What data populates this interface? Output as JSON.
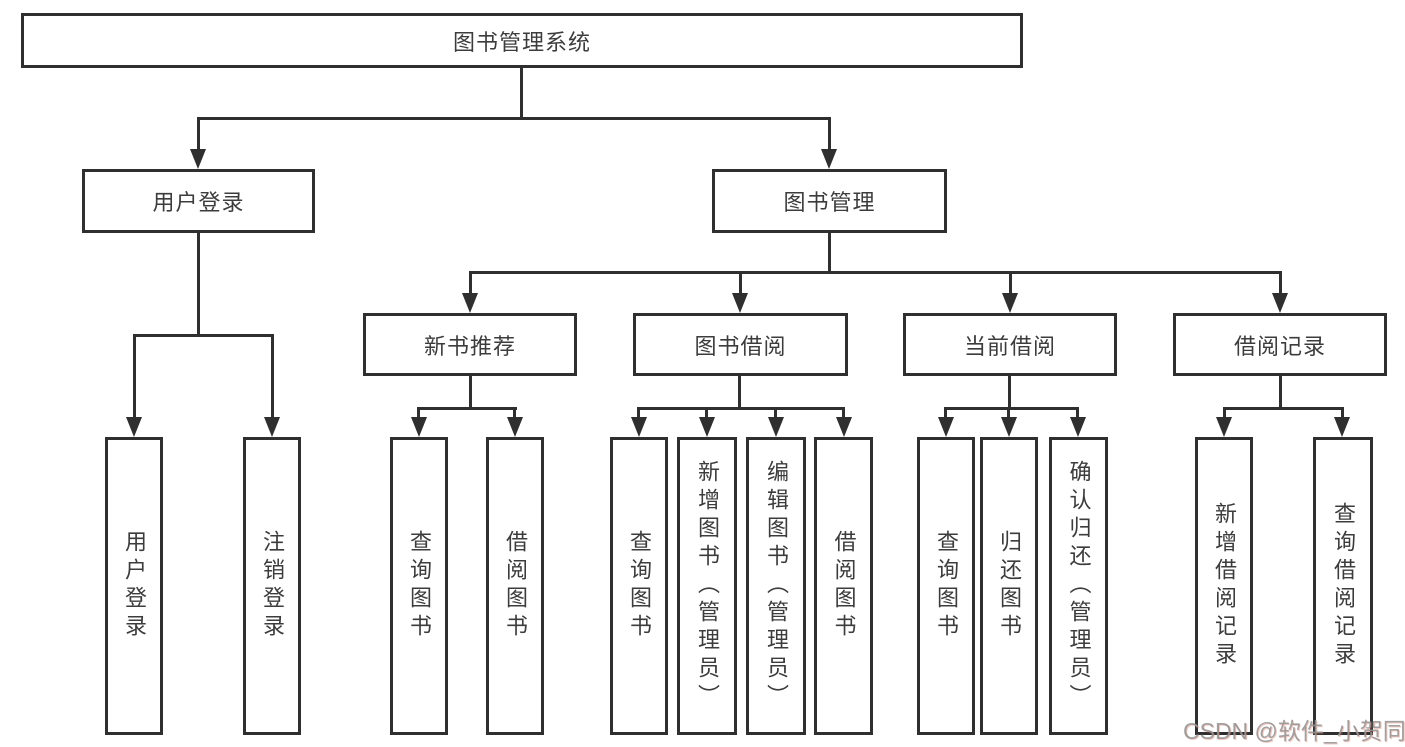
{
  "tree": {
    "label": "图书管理系统",
    "children": [
      {
        "label": "用户登录",
        "children": [
          {
            "label": "用户登录"
          },
          {
            "label": "注销登录"
          }
        ]
      },
      {
        "label": "图书管理",
        "children": [
          {
            "label": "新书推荐",
            "children": [
              {
                "label": "查询图书"
              },
              {
                "label": "借阅图书"
              }
            ]
          },
          {
            "label": "图书借阅",
            "children": [
              {
                "label": "查询图书"
              },
              {
                "label": "新增图书（管理员）"
              },
              {
                "label": "编辑图书（管理员）"
              },
              {
                "label": "借阅图书"
              }
            ]
          },
          {
            "label": "当前借阅",
            "children": [
              {
                "label": "查询图书"
              },
              {
                "label": "归还图书"
              },
              {
                "label": "确认归还（管理员）"
              }
            ]
          },
          {
            "label": "借阅记录",
            "children": [
              {
                "label": "新增借阅记录"
              },
              {
                "label": "查询借阅记录"
              }
            ]
          }
        ]
      }
    ]
  },
  "watermark": {
    "text": "CSDN @软件_小贺同学"
  },
  "colors": {
    "line": "#2f2f2f",
    "text": "#3c3c3c",
    "background": "#ffffff",
    "watermark": "#949494"
  }
}
